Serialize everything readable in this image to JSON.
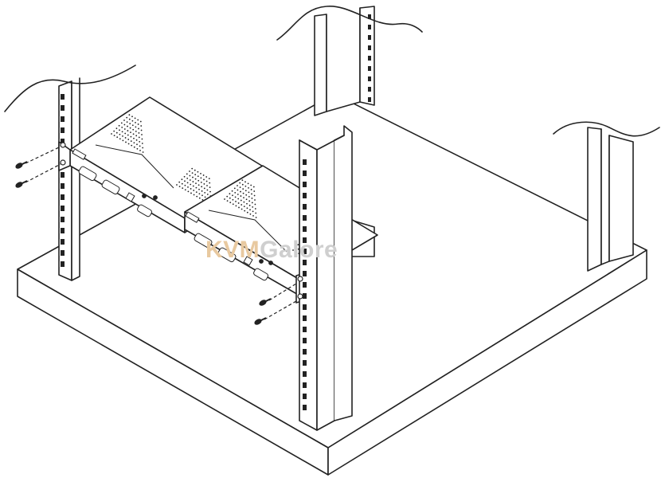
{
  "watermark": {
    "brand_part1": "KVM",
    "brand_part2": "Galore",
    "color_part1": "#e8c9a0",
    "color_part2": "#cfcfcf"
  },
  "colors": {
    "line": "#222222",
    "fill": "#ffffff",
    "panel_shade": "#f4f4f4",
    "hole": "#222222"
  },
  "icons": {
    "screw": "screw-icon",
    "device": "kvm-extender-unit"
  }
}
